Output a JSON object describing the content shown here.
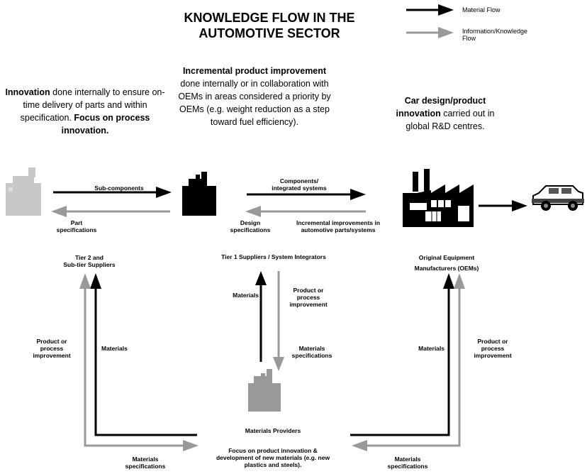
{
  "title": {
    "line1": "KNOWLEDGE FLOW IN THE",
    "line2": "AUTOMOTIVE SECTOR"
  },
  "legend": {
    "material": "Material Flow",
    "information_line1": "Information/Knowledge",
    "information_line2": "Flow",
    "material_color": "#000000",
    "information_color": "#999999"
  },
  "tier2_text": {
    "bold1": "Innovation",
    "rest1": " done internally to ensure on-time delivery of parts and within specification. ",
    "bold2": "Focus on process innovation."
  },
  "tier1_text": {
    "bold1": "Incremental product improvement",
    "rest1": " done internally or in collaboration with OEMs in areas considered a priority by OEMs (e.g. weight reduction as a step toward fuel efficiency)."
  },
  "oem_text": {
    "bold1": "Car design/product innovation",
    "rest1": " carried out in global R&D centres."
  },
  "flows": {
    "sub_components": "Sub-components",
    "part_spec_1": "Part",
    "part_spec_2": "specifications",
    "components_1": "Components/",
    "components_2": "integrated systems",
    "design_spec_1": "Design",
    "design_spec_2": "specifications",
    "incremental_1": "Incremental improvements in",
    "incremental_2": "automotive parts/systems"
  },
  "nodes": {
    "tier2_1": "Tier 2 and",
    "tier2_2": "Sub-tier Suppliers",
    "tier1": "Tier 1 Suppliers / System Integrators",
    "oem_1": "Original Equipment",
    "oem_2": "Manufacturers (OEMs)",
    "materials_providers": "Materials Providers",
    "mp_focus_1": "Focus on product innovation &",
    "mp_focus_2": "development of new materials (e.g. new",
    "mp_focus_3": "plastics and steels)."
  },
  "vertical_labels": {
    "left_product_1": "Product or",
    "left_product_2": "process",
    "left_product_3": "improvement",
    "left_materials": "Materials",
    "center_materials": "Materials",
    "center_product_1": "Product or",
    "center_product_2": "process",
    "center_product_3": "improvement",
    "center_matspec_1": "Materials",
    "center_matspec_2": "specifications",
    "right_materials": "Materials",
    "right_product_1": "Product or",
    "right_product_2": "process",
    "right_product_3": "improvement",
    "bottom_left_spec_1": "Materials",
    "bottom_left_spec_2": "specifications",
    "bottom_right_spec_1": "Materials",
    "bottom_right_spec_2": "specifications"
  }
}
